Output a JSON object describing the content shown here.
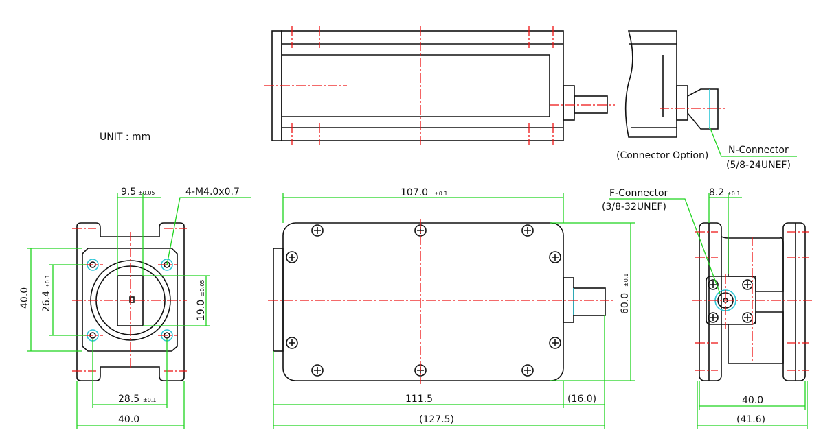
{
  "unit_label": "UNIT : mm",
  "top_view": {
    "connector_option_label": "(Connector Option)",
    "n_connector": {
      "name": "N-Connector",
      "thread": "(5/8-24UNEF)"
    }
  },
  "front_view": {
    "dim_width_top": {
      "value": "9.5",
      "tol": "±0.05"
    },
    "thread_callout": "4-M4.0x0.7",
    "dim_height_outer": "40.0",
    "dim_hole_pitch_v": {
      "value": "26.4",
      "tol": "±0.1"
    },
    "dim_slot_height": {
      "value": "19.0",
      "tol": "±0.05"
    },
    "dim_hole_pitch_h": {
      "value": "28.5",
      "tol": "±0.1"
    },
    "dim_width_outer": "40.0"
  },
  "side_view": {
    "dim_body_length": {
      "value": "107.0",
      "tol": "±0.1"
    },
    "dim_height": {
      "value": "60.0",
      "tol": "±0.1"
    },
    "dim_length_with_flange": "111.5",
    "dim_connector": "(16.0)",
    "dim_overall": "(127.5)"
  },
  "end_view": {
    "f_connector": {
      "name": "F-Connector",
      "thread": "(3/8-32UNEF)"
    },
    "dim_offset": {
      "value": "8.2",
      "tol": "±0.1"
    },
    "dim_width": "40.0",
    "dim_width_overall": "(41.6)"
  }
}
